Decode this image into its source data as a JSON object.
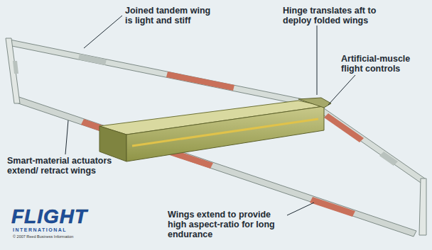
{
  "diagram": {
    "labels": [
      "Joined tandem wing is light and stiff",
      "Hinge translates aft to deploy folded wings",
      "Artificial-muscle flight controls",
      "Smart-material actuators extend/ retract wings",
      "Wings extend to provide high aspect-ratio for long endurance",
      "FLIGHT",
      "INTERNATIONAL",
      "© 2007 Reed Business Information"
    ]
  }
}
